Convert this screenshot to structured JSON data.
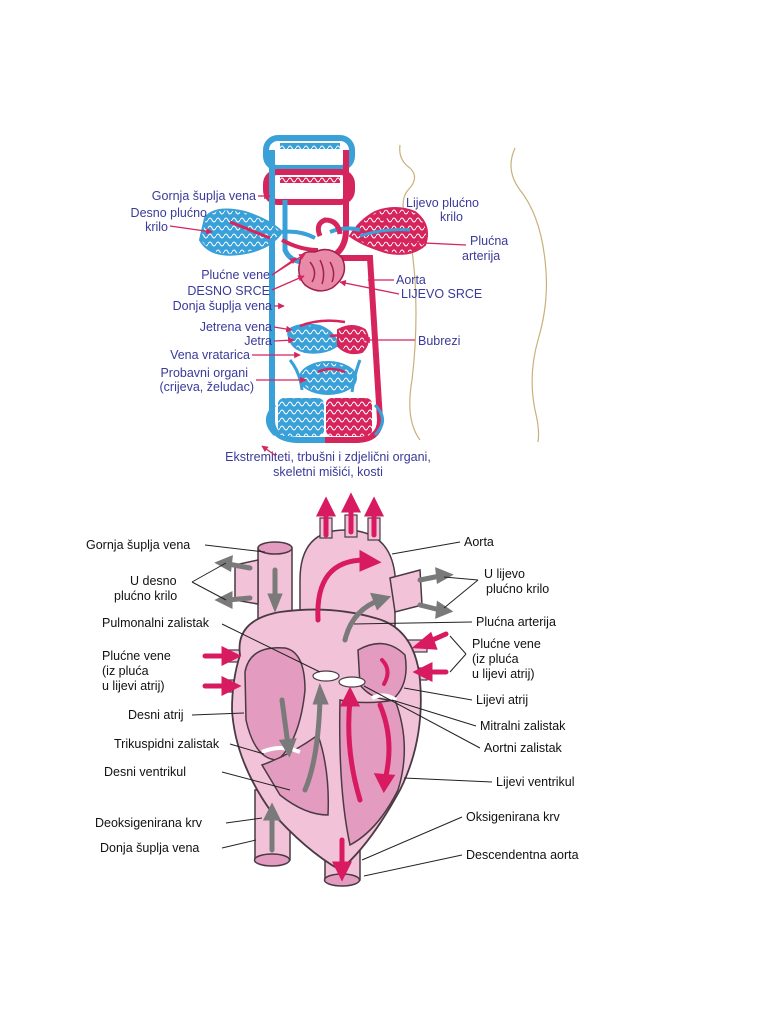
{
  "top_diagram": {
    "labels_left": [
      "Gornja šuplja vena",
      "Desno plućno",
      "krilo",
      "Plućne vene",
      "DESNO SRCE",
      "Donja šuplja vena",
      "Jetrena vena",
      "Jetra",
      "Vena vratarica",
      "Probavni organi",
      "(crijeva, želudac)"
    ],
    "labels_right": [
      "Lijevo plućno",
      "krilo",
      "Plućna",
      "arterija",
      "Aorta",
      "LIJEVO SRCE",
      "Bubrezi"
    ],
    "caption": [
      "Ekstremiteti, trbušni i zdjelični organi,",
      "skeletni mišići, kosti"
    ],
    "colors": {
      "vein": "#3aa0d8",
      "artery": "#d6245c",
      "label": "#3a3a9a",
      "pointer": "#d6245c"
    }
  },
  "bottom_diagram": {
    "labels_left": [
      "Gornja šuplja vena",
      "U desno",
      "plućno krilo",
      "Pulmonalni zalistak",
      "Plućne vene",
      "(iz pluća",
      "u lijevi atrij)",
      "Desni atrij",
      "Trikuspidni zalistak",
      "Desni ventrikul",
      "Deoksigenirana krv",
      "Donja šuplja vena"
    ],
    "labels_right": [
      "Aorta",
      "U lijevo",
      "plućno krilo",
      "Plućna arterija",
      "Plućne vene",
      "(iz pluća",
      "u lijevi atrij)",
      "Lijevi atrij",
      "Mitralni zalistak",
      "Aortni zalistak",
      "Lijevi ventrikul",
      "Oksigenirana krv",
      "Descendentna aorta"
    ],
    "colors": {
      "heart": "#f2c3d8",
      "heart_dark": "#e39cbf",
      "arrow_oxy": "#d81b60",
      "arrow_deoxy": "#7a7a7a",
      "outline": "#4a3a44"
    }
  }
}
